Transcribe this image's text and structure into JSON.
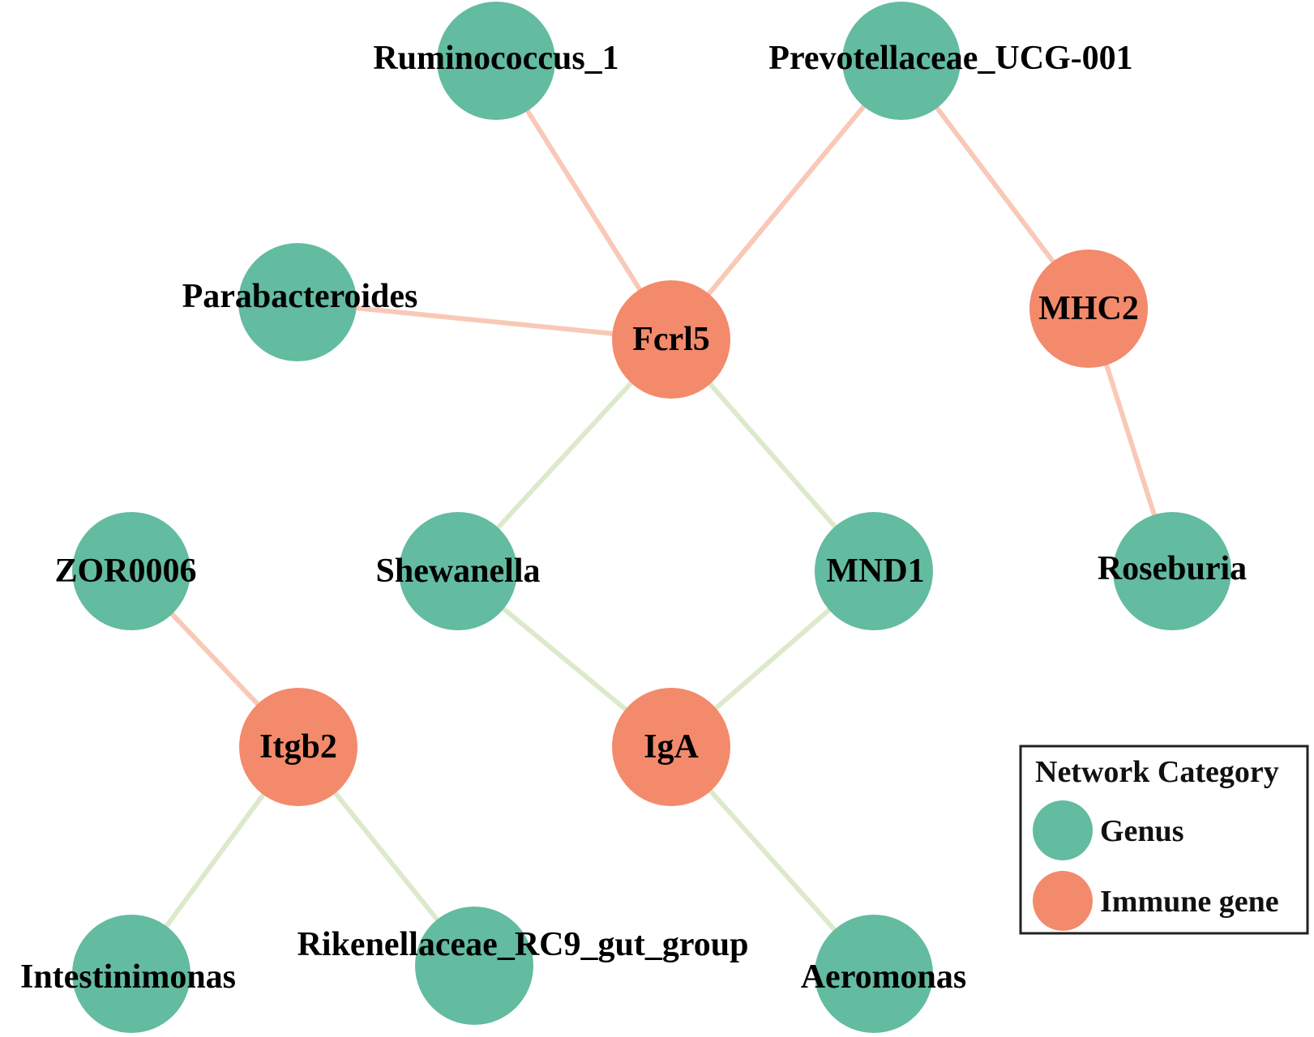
{
  "colors": {
    "genus": "#63BBA0",
    "immune": "#F38A6C",
    "edge_positive": "#F9C8B7",
    "edge_negative": "#DCEACB",
    "legend_border": "#222222"
  },
  "nodes": [
    {
      "id": "ruminococcus",
      "label": "Ruminococcus_1",
      "category": "genus"
    },
    {
      "id": "prevotellaceae",
      "label": "Prevotellaceae_UCG-001",
      "category": "genus"
    },
    {
      "id": "parabacteroides",
      "label": "Parabacteroides",
      "category": "genus"
    },
    {
      "id": "fcrl5",
      "label": "Fcrl5",
      "category": "immune"
    },
    {
      "id": "mhc2",
      "label": "MHC2",
      "category": "immune"
    },
    {
      "id": "zor0006",
      "label": "ZOR0006",
      "category": "genus"
    },
    {
      "id": "shewanella",
      "label": "Shewanella",
      "category": "genus"
    },
    {
      "id": "mnd1",
      "label": "MND1",
      "category": "genus"
    },
    {
      "id": "roseburia",
      "label": "Roseburia",
      "category": "genus"
    },
    {
      "id": "itgb2",
      "label": "Itgb2",
      "category": "immune"
    },
    {
      "id": "iga",
      "label": "IgA",
      "category": "immune"
    },
    {
      "id": "intestinimonas",
      "label": "Intestinimonas",
      "category": "genus"
    },
    {
      "id": "rikenellaceae",
      "label": "Rikenellaceae_RC9_gut_group",
      "category": "genus"
    },
    {
      "id": "aeromonas",
      "label": "Aeromonas",
      "category": "genus"
    }
  ],
  "edges": [
    {
      "source": "ruminococcus",
      "target": "fcrl5",
      "sign": "positive"
    },
    {
      "source": "prevotellaceae",
      "target": "fcrl5",
      "sign": "positive"
    },
    {
      "source": "prevotellaceae",
      "target": "mhc2",
      "sign": "positive"
    },
    {
      "source": "parabacteroides",
      "target": "fcrl5",
      "sign": "positive"
    },
    {
      "source": "mhc2",
      "target": "roseburia",
      "sign": "positive"
    },
    {
      "source": "fcrl5",
      "target": "shewanella",
      "sign": "negative"
    },
    {
      "source": "fcrl5",
      "target": "mnd1",
      "sign": "negative"
    },
    {
      "source": "shewanella",
      "target": "iga",
      "sign": "negative"
    },
    {
      "source": "mnd1",
      "target": "iga",
      "sign": "negative"
    },
    {
      "source": "zor0006",
      "target": "itgb2",
      "sign": "positive"
    },
    {
      "source": "itgb2",
      "target": "intestinimonas",
      "sign": "negative"
    },
    {
      "source": "itgb2",
      "target": "rikenellaceae",
      "sign": "negative"
    },
    {
      "source": "iga",
      "target": "aeromonas",
      "sign": "negative"
    }
  ],
  "legend": {
    "title": "Network Category",
    "items": [
      {
        "label": "Genus",
        "category": "genus"
      },
      {
        "label": "Immune gene",
        "category": "immune"
      }
    ]
  }
}
